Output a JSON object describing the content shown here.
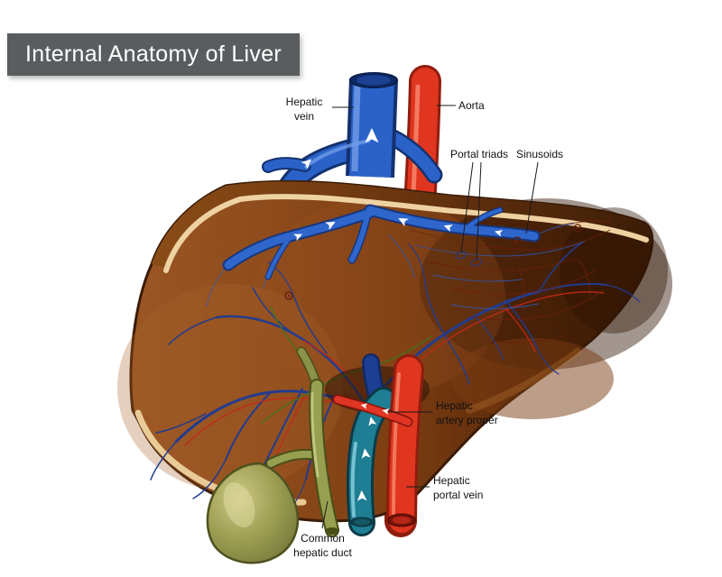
{
  "title": "Internal Anatomy of Liver",
  "labels": {
    "hepatic_vein": "Hepatic\nvein",
    "aorta": "Aorta",
    "portal_triads": "Portal triads",
    "sinusoids": "Sinusoids",
    "hepatic_artery_proper": "Hepatic\nartery proper",
    "hepatic_portal_vein": "Hepatic\nportal vein",
    "common_hepatic_duct": "Common\nhepatic duct"
  },
  "colors": {
    "title_bg": "#595d5f",
    "title_text": "#ffffff",
    "liver_brown": "#8d4a1a",
    "liver_dark": "#432007",
    "capsule_cream": "#eed2a2",
    "aorta_red": "#e0351f",
    "hepatic_vein_blue": "#2a62c8",
    "portal_branch_navy": "#223c8f",
    "portal_vein_teal": "#1e7e93",
    "bile_duct_olive": "#97a050",
    "gallbladder_green": "#9a9c50",
    "label_text": "#111111"
  }
}
